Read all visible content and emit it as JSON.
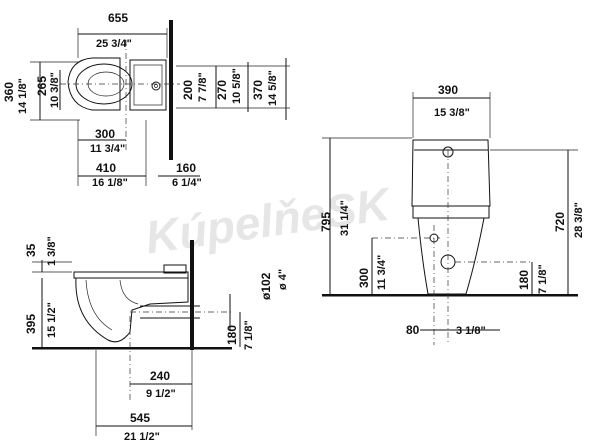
{
  "watermark": "KúpelňeSK",
  "top_view": {
    "width_mm": "655",
    "width_in": "25 3/4\"",
    "depth_mm": "360",
    "depth_in": "14 1/8\"",
    "inner_mm": "265",
    "inner_in": "10 3/8\"",
    "r200_mm": "200",
    "r200_in": "7 7/8\"",
    "r270_mm": "270",
    "r270_in": "10 5/8\"",
    "r370_mm": "370",
    "r370_in": "14 5/8\"",
    "d300_mm": "300",
    "d300_in": "11 3/4\"",
    "d410_mm": "410",
    "d410_in": "16 1/8\"",
    "d160_mm": "160",
    "d160_in": "6 1/4\""
  },
  "side_view": {
    "rim_gap_mm": "35",
    "rim_gap_in": "1 3/8\"",
    "seat_height_mm": "395",
    "seat_height_in": "15 1/2\"",
    "pipe_dia_mm": "ø102",
    "pipe_dia_in": "ø 4\"",
    "outlet_height_mm": "180",
    "outlet_height_in": "7 1/8\"",
    "outlet_dist_mm": "240",
    "outlet_dist_in": "9 1/2\"",
    "length_mm": "545",
    "length_in": "21 1/2\""
  },
  "front_view": {
    "tank_width_mm": "390",
    "tank_width_in": "15 3/8\"",
    "total_height_mm": "795",
    "total_height_in": "31 1/4\"",
    "inlet_height_mm": "300",
    "inlet_height_in": "11 3/4\"",
    "tank_height_mm": "720",
    "tank_height_in": "28 3/8\"",
    "outlet_height_mm": "180",
    "outlet_height_in": "7 1/8\"",
    "offset_mm": "80",
    "offset_in": "3 1/8\""
  }
}
